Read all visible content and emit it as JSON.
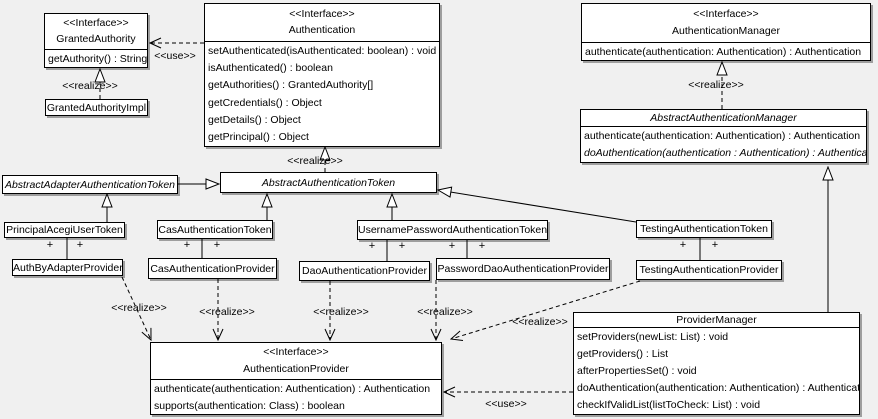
{
  "colors": {
    "background": "#f0f0f0",
    "box_fill": "#ffffff",
    "line": "#000000",
    "shadow": "#9e9e9e"
  },
  "labels": {
    "realize": "<<realize>>",
    "use": "<<use>>",
    "plus": "+"
  },
  "classes": {
    "granted_authority": {
      "stereotype": "<<Interface>>",
      "name": "GrantedAuthority",
      "methods": [
        "getAuthority() : String"
      ]
    },
    "granted_authority_impl": {
      "name": "GrantedAuthorityImpl"
    },
    "authentication": {
      "stereotype": "<<Interface>>",
      "name": "Authentication",
      "methods": [
        "setAuthenticated(isAuthenticated: boolean) : void",
        "isAuthenticated() : boolean",
        "getAuthorities() : GrantedAuthority[]",
        "getCredentials() : Object",
        "getDetails() : Object",
        "getPrincipal() : Object"
      ]
    },
    "authentication_manager": {
      "stereotype": "<<Interface>>",
      "name": "AuthenticationManager",
      "methods": [
        "authenticate(authentication: Authentication) : Authentication"
      ]
    },
    "abstract_authentication_manager": {
      "name": "AbstractAuthenticationManager",
      "methods": [
        "authenticate(authentication: Authentication) : Authentication",
        "doAuthentication(authentication : Authentication) : Authentication"
      ]
    },
    "abstract_adapter_authentication_token": {
      "name": "AbstractAdapterAuthenticationToken"
    },
    "abstract_authentication_token": {
      "name": "AbstractAuthenticationToken"
    },
    "principal_acegi_user_token": {
      "name": "PrincipalAcegiUserToken"
    },
    "auth_by_adapter_provider": {
      "name": "AuthByAdapterProvider"
    },
    "cas_authentication_token": {
      "name": "CasAuthenticationToken"
    },
    "cas_authentication_provider": {
      "name": "CasAuthenticationProvider"
    },
    "username_password_authentication_token": {
      "name": "UsernamePasswordAuthenticationToken"
    },
    "dao_authentication_provider": {
      "name": "DaoAuthenticationProvider"
    },
    "password_dao_authentication_provider": {
      "name": "PasswordDaoAuthenticationProvider"
    },
    "testing_authentication_token": {
      "name": "TestingAuthenticationToken"
    },
    "testing_authentication_provider": {
      "name": "TestingAuthenticationProvider"
    },
    "provider_manager": {
      "name": "ProviderManager",
      "methods": [
        "setProviders(newList: List) : void",
        "getProviders() : List",
        "afterPropertiesSet() : void",
        "doAuthentication(authentication: Authentication) : Authentication",
        "checkIfValidList(listToCheck: List) : void"
      ]
    },
    "authentication_provider": {
      "stereotype": "<<Interface>>",
      "name": "AuthenticationProvider",
      "methods": [
        "authenticate(authentication: Authentication) : Authentication",
        "supports(authentication: Class) : boolean"
      ]
    }
  }
}
